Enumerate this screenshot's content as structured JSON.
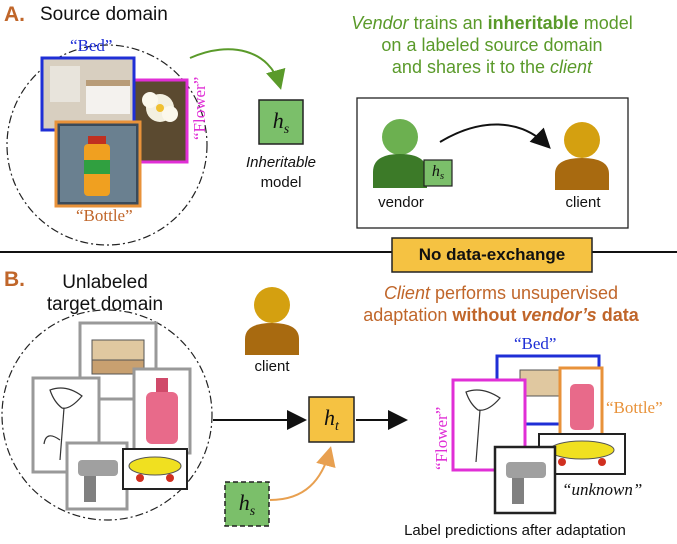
{
  "section_a": {
    "letter": "A.",
    "title": "Source domain",
    "labels": {
      "bed": "“Bed”",
      "flower": "“Flower”",
      "bottle": "“Bottle”"
    },
    "model_symbol": "h",
    "model_subscript": "s",
    "model_caption_line1": "Inheritable",
    "model_caption_line2": "model",
    "description": {
      "line1_part1": "Vendor",
      "line1_part2": " trains an ",
      "line1_part3": "inheritable",
      "line1_part4": " model",
      "line2": "on a labeled source domain",
      "line3_part1": "and shares it to the ",
      "line3_part2": "client"
    },
    "vendor_label": "vendor",
    "client_label": "client"
  },
  "banner": {
    "text": "No data-exchange"
  },
  "section_b": {
    "letter": "B.",
    "title_line1": "Unlabeled",
    "title_line2": "target domain",
    "client_label": "client",
    "description": {
      "line1_part1": "Client",
      "line1_part2": " performs unsupervised",
      "line2_part1": "adaptation ",
      "line2_part2": "without ",
      "line2_part3": "vendor’s",
      "line2_part4": " data"
    },
    "target_model_symbol": "h",
    "target_model_subscript": "t",
    "source_model_symbol": "h",
    "source_model_subscript": "s",
    "prediction_labels": {
      "bed": "“Bed”",
      "flower": "“Flower”",
      "bottle": "“Bottle”",
      "unknown": "“unknown”"
    },
    "caption": "Label predictions after adaptation"
  },
  "colors": {
    "green": "#5a9a2a",
    "orange": "#c0662a",
    "model_green": "#7bbf6a",
    "model_yellow": "#f5c242",
    "bed_blue": "#1f2fd6",
    "flower_magenta": "#e02fd6",
    "bottle_orange": "#e8923a"
  }
}
